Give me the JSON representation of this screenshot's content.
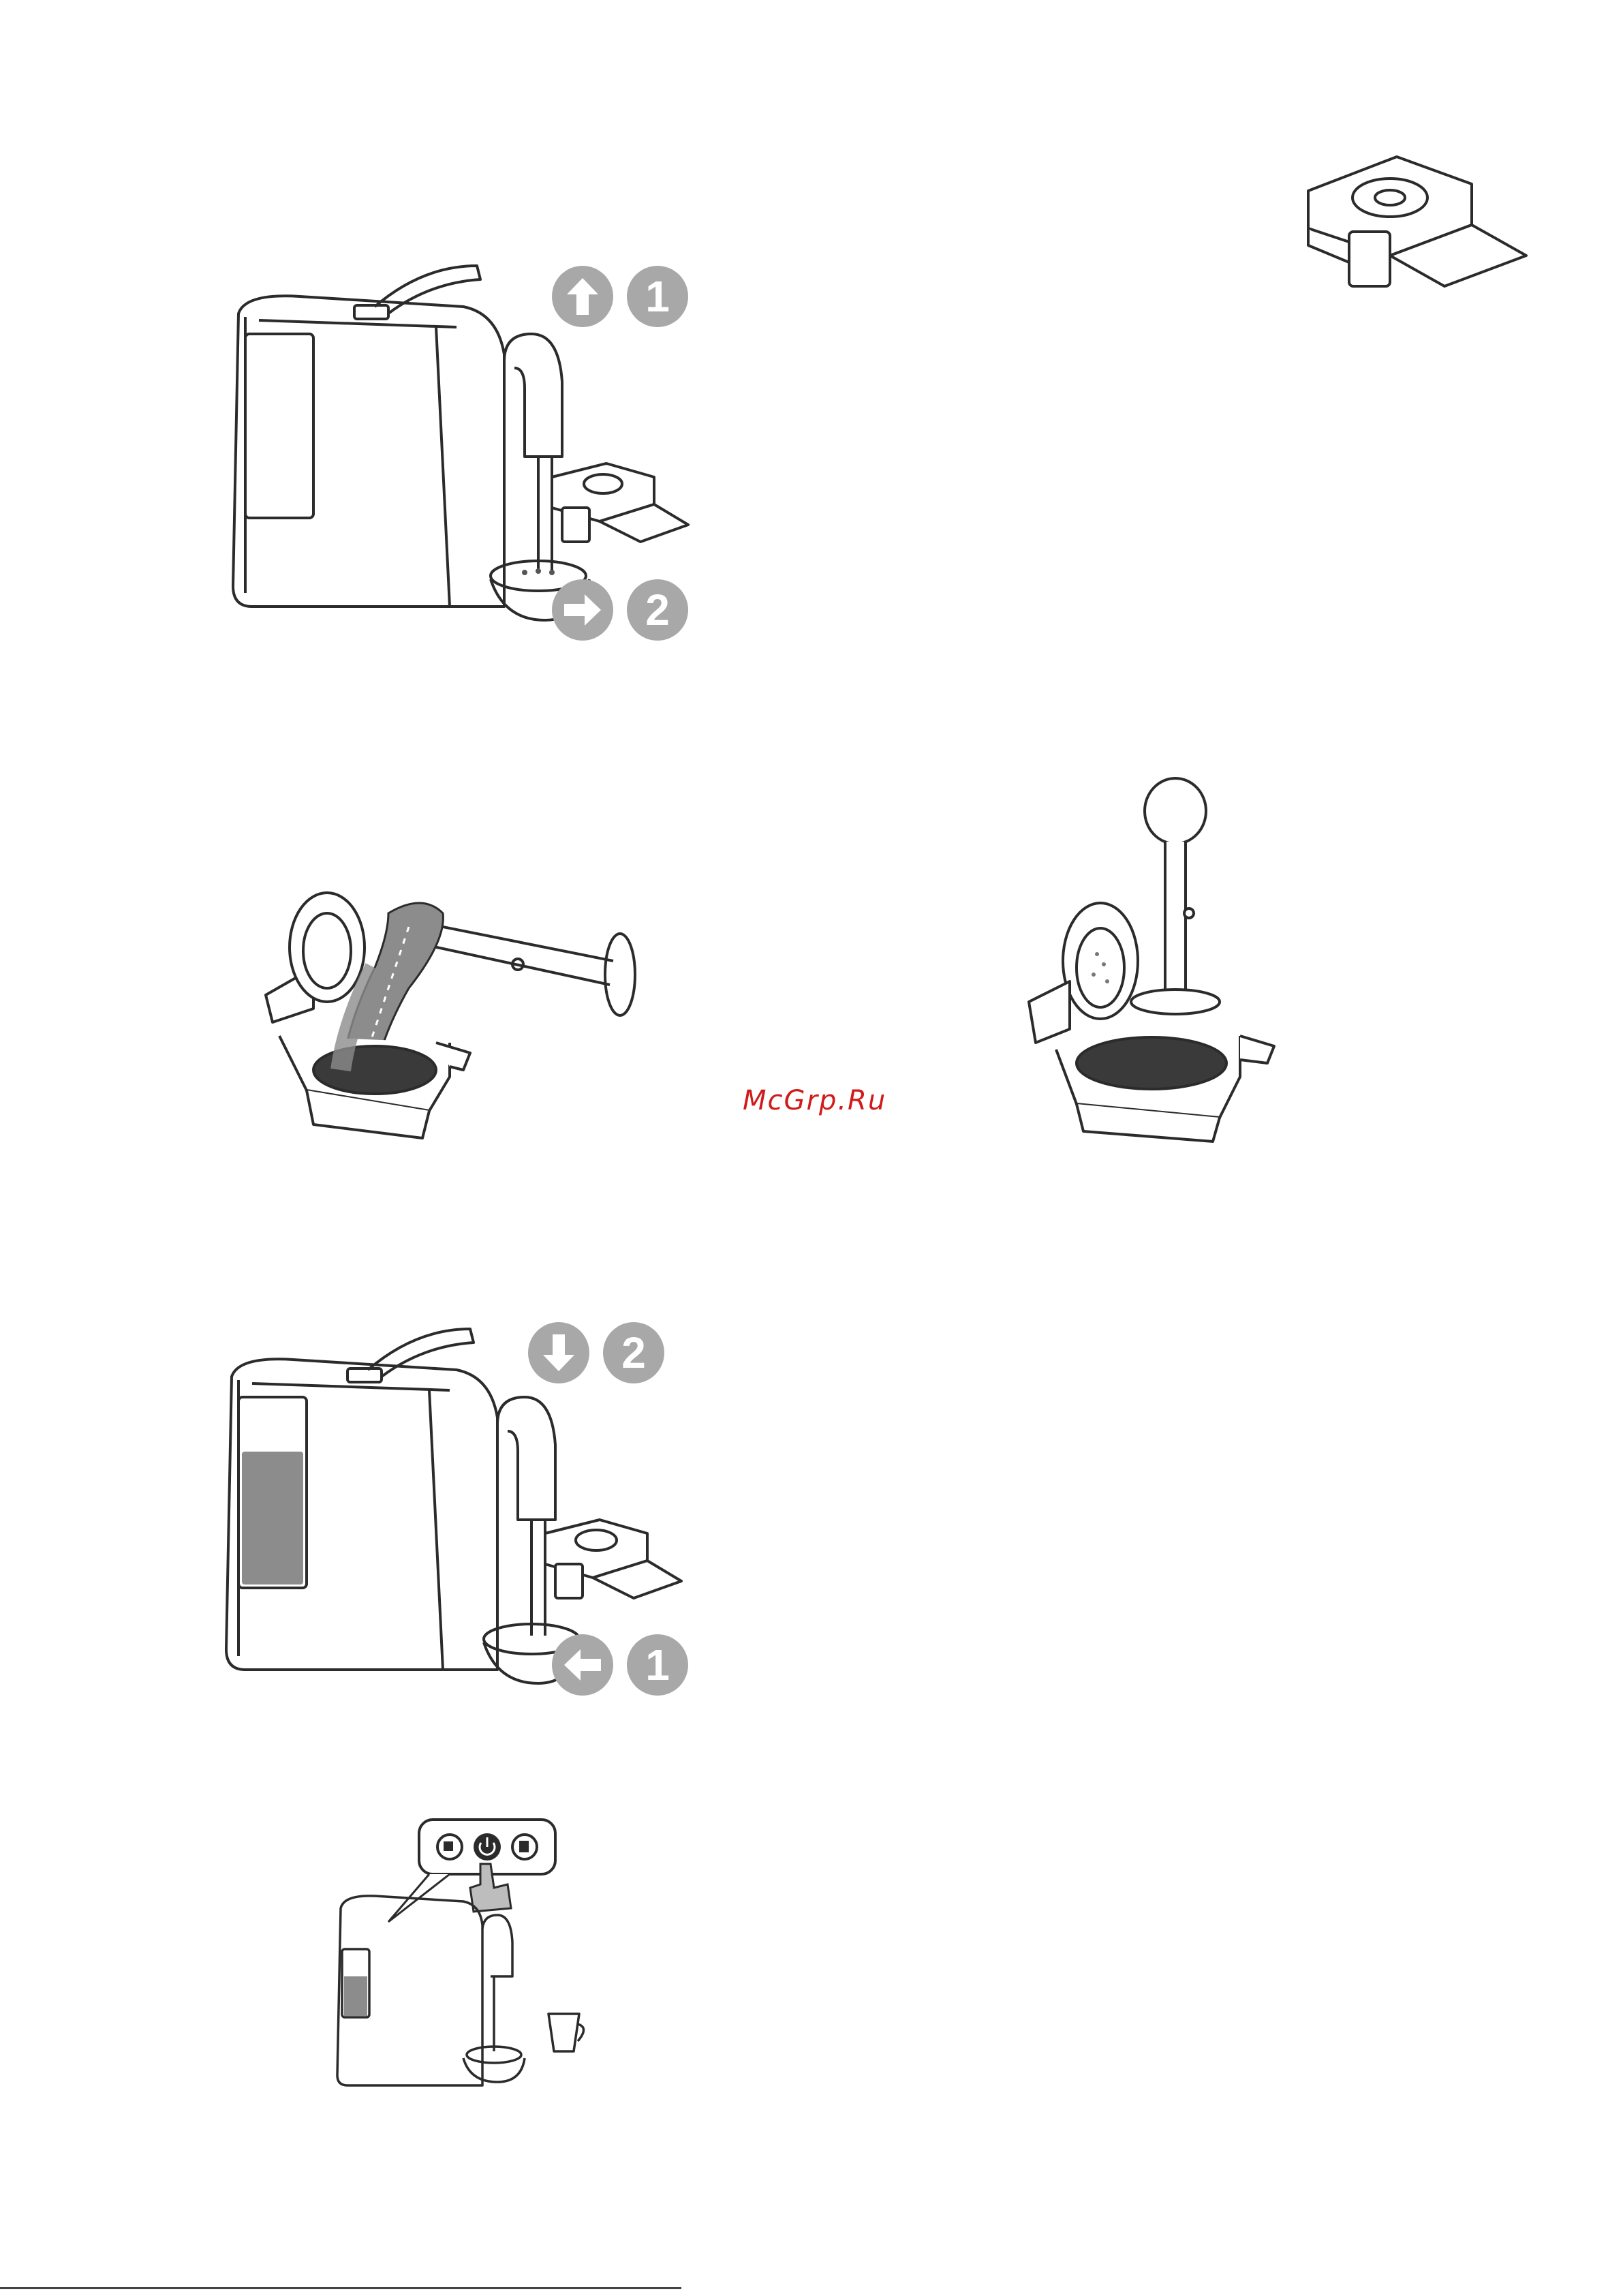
{
  "watermark": "McGrp.Ru",
  "steps": {
    "remove": {
      "arrow_up_number": "1",
      "arrow_right_number": "2"
    },
    "insert": {
      "arrow_down_number": "2",
      "arrow_left_number": "1"
    }
  },
  "icons": {
    "arrow_up": "arrow-up-icon",
    "arrow_right": "arrow-right-icon",
    "arrow_down": "arrow-down-icon",
    "arrow_left": "arrow-left-icon",
    "power": "power-icon",
    "small_cup": "espresso-cup-icon",
    "large_cup": "mug-icon"
  },
  "colors": {
    "line": "#2b2b2b",
    "badge_gray": "#a8a8a8",
    "coffee_gray": "#8c8c8c",
    "watermark_red": "#d11a1a"
  }
}
